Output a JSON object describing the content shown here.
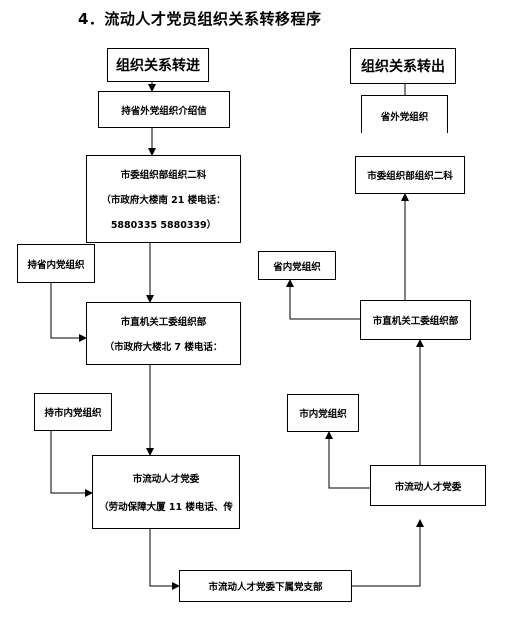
{
  "title": "4．流动人才党员组织关系转移程序",
  "left": {
    "header": "组织关系转进",
    "box_letter": "持省外党组织介绍信",
    "box_city_committee": {
      "line1": "市委组织部组织二科",
      "line2": "（市政府大楼南 21 楼电话：",
      "line3": "5880335    5880339）"
    },
    "box_in_province": "持省内党组织",
    "box_organs": {
      "line1": "市直机关工委组织部",
      "line2": "（市政府大楼北 7 楼电话："
    },
    "box_in_city": "持市内党组织",
    "box_talent": {
      "line1": "市流动人才党委",
      "line2": "（劳动保障大厦 11 楼电话、传"
    }
  },
  "bottom": {
    "branch": "市流动人才党委下属党支部"
  },
  "right": {
    "header": "组织关系转出",
    "box_out_province": "省外党组织",
    "box_city_committee": "市委组织部组织二科",
    "box_in_province": "省内党组织",
    "box_organs": "市直机关工委组织部",
    "box_in_city": "市内党组织",
    "box_talent": "市流动人才党委"
  },
  "colors": {
    "line": "#000000",
    "background": "#ffffff"
  }
}
